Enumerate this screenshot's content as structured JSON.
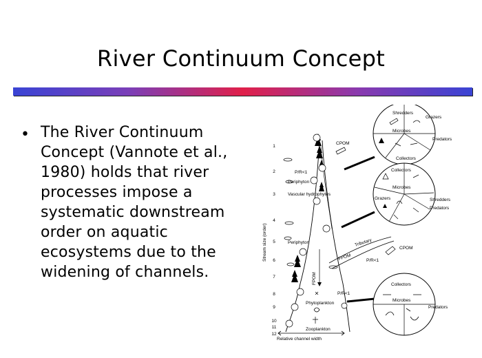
{
  "slide": {
    "title": "River Continuum Concept",
    "bullet_glyph": "•",
    "body": "The River Continuum Concept (Vannote et al., 1980) holds that river processes impose a systematic downstream order on aquatic ecosystems due to the widening of channels."
  },
  "figure": {
    "y_axis_label": "Stream size (order)",
    "x_axis_label": "Relative channel width",
    "orders": [
      "1",
      "2",
      "3",
      "4",
      "5",
      "6",
      "7",
      "8",
      "9",
      "10",
      "11",
      "12"
    ],
    "labels": {
      "cpom_top": "CPOM",
      "pr_top": "P/R<1",
      "periphyton_top": "Periphyton",
      "vascular": "Vascular hydrophytes",
      "periphyton_mid": "Periphyton",
      "tributary": "Tributary",
      "fpom_mid": "FPOM",
      "pr_mid": "P/R<1",
      "cpom_mid": "CPOM",
      "fpom_stem": "FPOM",
      "pr_low": "P/R<1",
      "phytoplankton": "Phytoplankton",
      "zooplankton": "Zooplankton"
    },
    "circle1": {
      "segments": [
        "Shredders",
        "Grazers",
        "Microbes",
        "Predators",
        "Collectors"
      ]
    },
    "circle2": {
      "segments": [
        "Collectors",
        "Microbes",
        "Shredders",
        "Grazers",
        "Predators"
      ]
    },
    "circle3": {
      "segments": [
        "Collectors",
        "Microbes",
        "Predators"
      ]
    }
  }
}
